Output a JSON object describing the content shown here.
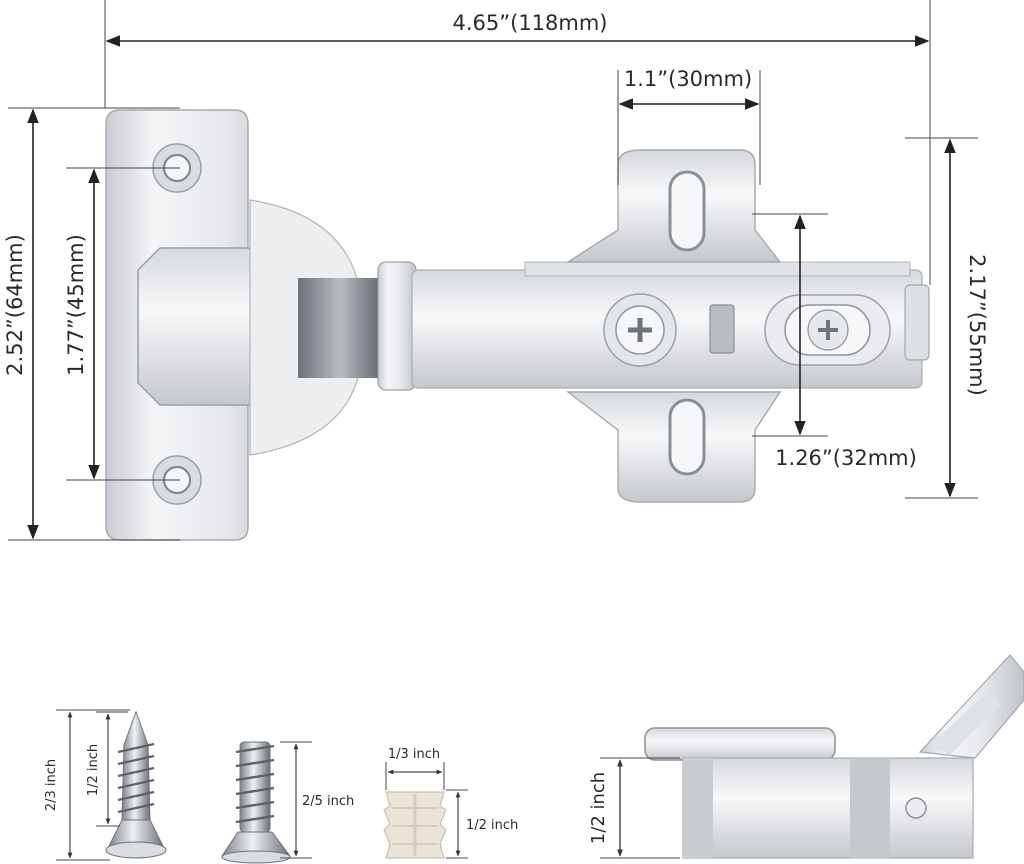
{
  "dimensions": {
    "overall_width": "4.65”(118mm)",
    "plate_width": "1.1”(30mm)",
    "height_left": "2.52”(64mm)",
    "hole_spacing": "1.77”(45mm)",
    "height_right": "2.17”(55mm)",
    "slot_spacing": "1.26”(32mm)"
  },
  "accessories": {
    "wood_screw_total": "2/3 inch",
    "wood_screw_thread": "1/2 inch",
    "machine_screw": "2/5 inch",
    "dowel_width": "1/3 inch",
    "dowel_height": "1/2 inch",
    "cup_depth": "1/2 inch"
  },
  "colors": {
    "metal_light": "#f2f3f5",
    "metal_mid": "#cfd2d6",
    "metal_dark": "#8a8f96",
    "dowel": "#eae4d6",
    "ink": "#2a2a2a"
  }
}
